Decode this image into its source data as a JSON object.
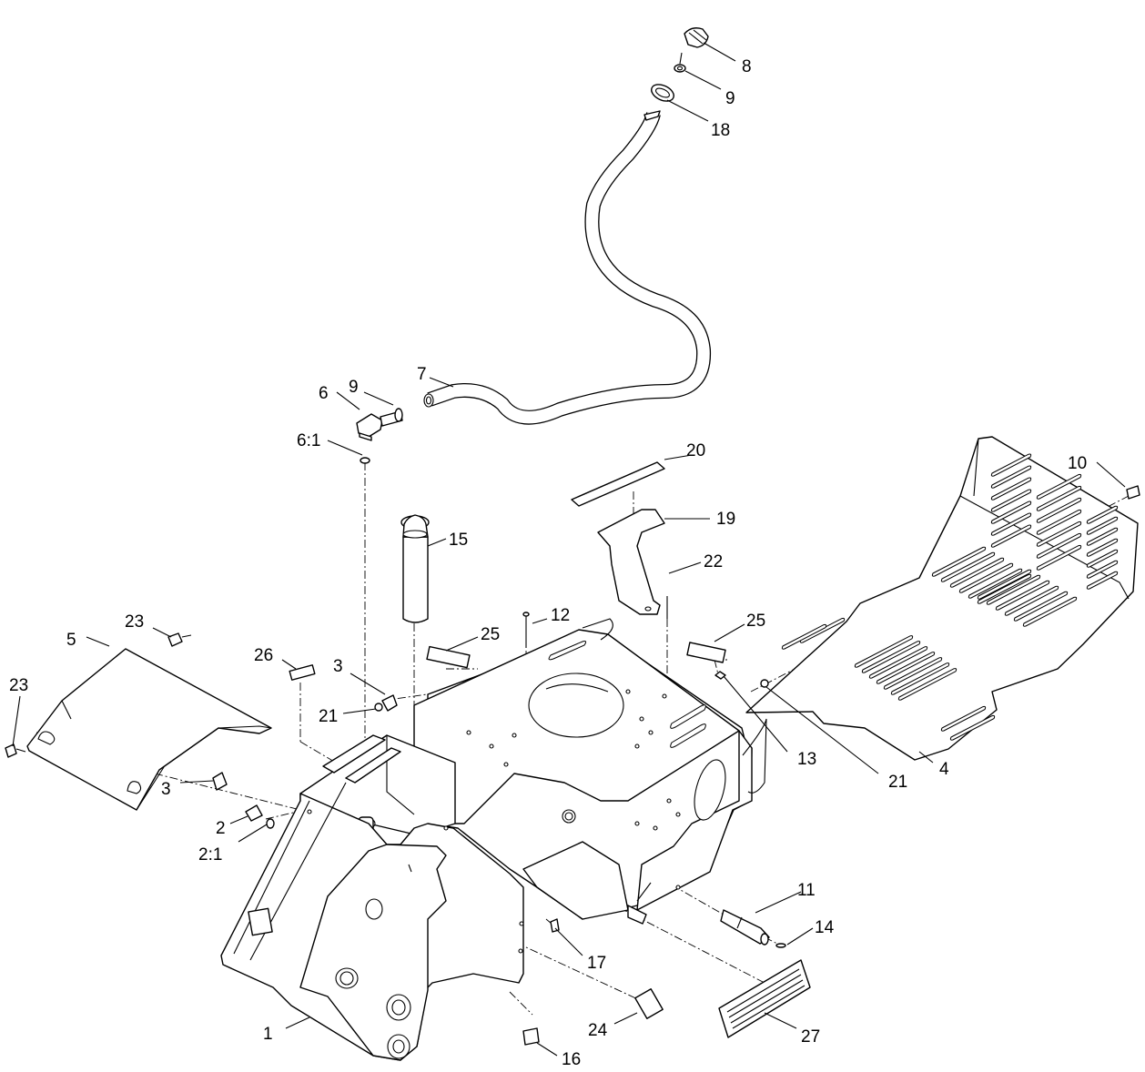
{
  "callouts": [
    {
      "id": "c1",
      "label": "1"
    },
    {
      "id": "c2",
      "label": "2"
    },
    {
      "id": "c2_1",
      "label": "2:1"
    },
    {
      "id": "c3a",
      "label": "3"
    },
    {
      "id": "c3b",
      "label": "3"
    },
    {
      "id": "c4",
      "label": "4"
    },
    {
      "id": "c5",
      "label": "5"
    },
    {
      "id": "c6",
      "label": "6"
    },
    {
      "id": "c6_1",
      "label": "6:1"
    },
    {
      "id": "c7",
      "label": "7"
    },
    {
      "id": "c8",
      "label": "8"
    },
    {
      "id": "c9a",
      "label": "9"
    },
    {
      "id": "c9b",
      "label": "9"
    },
    {
      "id": "c10",
      "label": "10"
    },
    {
      "id": "c11",
      "label": "11"
    },
    {
      "id": "c12",
      "label": "12"
    },
    {
      "id": "c13",
      "label": "13"
    },
    {
      "id": "c14",
      "label": "14"
    },
    {
      "id": "c15",
      "label": "15"
    },
    {
      "id": "c16",
      "label": "16"
    },
    {
      "id": "c17",
      "label": "17"
    },
    {
      "id": "c18",
      "label": "18"
    },
    {
      "id": "c19",
      "label": "19"
    },
    {
      "id": "c20",
      "label": "20"
    },
    {
      "id": "c21a",
      "label": "21"
    },
    {
      "id": "c21b",
      "label": "21"
    },
    {
      "id": "c22",
      "label": "22"
    },
    {
      "id": "c23a",
      "label": "23"
    },
    {
      "id": "c23b",
      "label": "23"
    },
    {
      "id": "c24",
      "label": "24"
    },
    {
      "id": "c25a",
      "label": "25"
    },
    {
      "id": "c25b",
      "label": "25"
    },
    {
      "id": "c26",
      "label": "26"
    },
    {
      "id": "c27",
      "label": "27"
    }
  ]
}
